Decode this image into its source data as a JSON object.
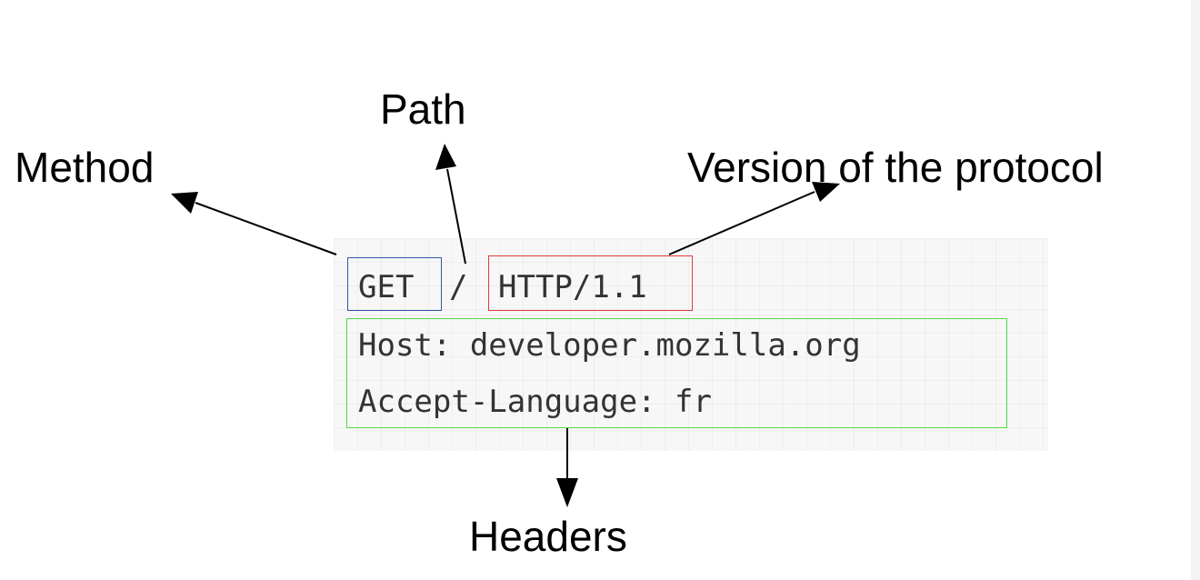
{
  "labels": {
    "path": "Path",
    "method": "Method",
    "version": "Version of the protocol",
    "headers": "Headers"
  },
  "request": {
    "method": "GET",
    "separator": "/",
    "version": "HTTP/1.1",
    "header_lines": [
      "Host: developer.mozilla.org",
      "Accept-Language: fr"
    ]
  },
  "colors": {
    "method_box": "#3355aa",
    "version_box": "#e23b3b",
    "headers_box": "#52d94a",
    "arrow": "#000000"
  }
}
